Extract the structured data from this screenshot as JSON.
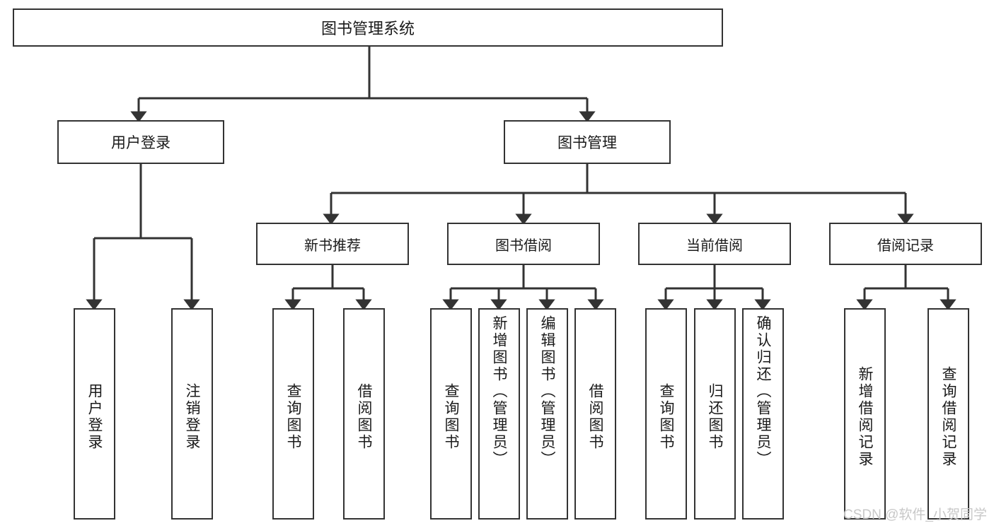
{
  "diagram": {
    "title": "图书管理系统",
    "type": "hierarchy-tree",
    "root": {
      "id": "root",
      "label": "图书管理系统"
    },
    "level1": [
      {
        "id": "user-login",
        "label": "用户登录"
      },
      {
        "id": "book-manage",
        "label": "图书管理"
      }
    ],
    "level2": [
      {
        "id": "new-book-rec",
        "label": "新书推荐",
        "parent": "book-manage"
      },
      {
        "id": "book-borrow",
        "label": "图书借阅",
        "parent": "book-manage"
      },
      {
        "id": "current-borrow",
        "label": "当前借阅",
        "parent": "book-manage"
      },
      {
        "id": "borrow-record",
        "label": "借阅记录",
        "parent": "book-manage"
      }
    ],
    "leaves": [
      {
        "id": "leaf-user-login",
        "label": "用户登录",
        "parent": "user-login"
      },
      {
        "id": "leaf-logout",
        "label": "注销登录",
        "parent": "user-login"
      },
      {
        "id": "leaf-query-book-1",
        "label": "查询图书",
        "parent": "new-book-rec"
      },
      {
        "id": "leaf-borrow-book-1",
        "label": "借阅图书",
        "parent": "new-book-rec"
      },
      {
        "id": "leaf-query-book-2",
        "label": "查询图书",
        "parent": "book-borrow"
      },
      {
        "id": "leaf-add-book",
        "label": "新增图书（管理员）",
        "parent": "book-borrow"
      },
      {
        "id": "leaf-edit-book",
        "label": "编辑图书（管理员）",
        "parent": "book-borrow"
      },
      {
        "id": "leaf-borrow-book-2",
        "label": "借阅图书",
        "parent": "book-borrow"
      },
      {
        "id": "leaf-query-book-3",
        "label": "查询图书",
        "parent": "current-borrow"
      },
      {
        "id": "leaf-return-book",
        "label": "归还图书",
        "parent": "current-borrow"
      },
      {
        "id": "leaf-confirm-return",
        "label": "确认归还（管理员）",
        "parent": "current-borrow"
      },
      {
        "id": "leaf-add-record",
        "label": "新增借阅记录",
        "parent": "borrow-record"
      },
      {
        "id": "leaf-query-record",
        "label": "查询借阅记录",
        "parent": "borrow-record"
      }
    ]
  },
  "watermark": {
    "text": "CSDN @软件_小贺同学"
  },
  "colors": {
    "stroke": "#333333",
    "background": "#ffffff",
    "text": "#1a1a1a",
    "watermark": "#c8c8c8"
  }
}
